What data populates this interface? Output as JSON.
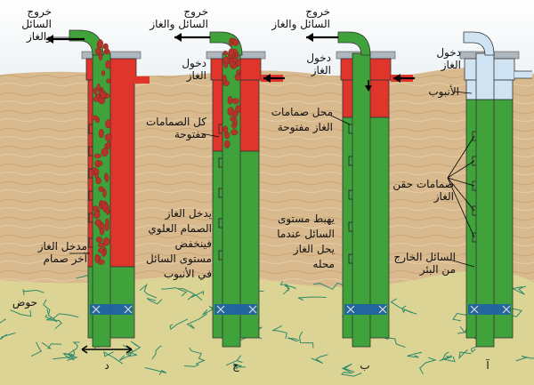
{
  "wells": {
    "d": {
      "letter": "د",
      "outlet_label_1": "خروج",
      "outlet_label_2": "السائل",
      "outlet_label_3": "والغاز",
      "inlet_label_1": "مدخل الغاز",
      "inlet_label_2": "آخر صمام"
    },
    "j": {
      "letter": "ج",
      "outlet_label_1": "خروج",
      "outlet_label_2": "السائل والغاز",
      "inlet_label_1": "دخول",
      "inlet_label_2": "الغاز",
      "valves_label_1": "كل الصمامات",
      "valves_label_2": "مفتوحة",
      "desc": [
        "يدخل الغاز",
        "الصمام العلوي",
        "فينخفض",
        "مستوى السائل",
        "في الأنبوب"
      ]
    },
    "b": {
      "letter": "ب",
      "outlet_label_1": "خروج",
      "outlet_label_2": "السائل والغاز",
      "inlet_label_1": "دخول",
      "inlet_label_2": "الغاز",
      "valves_label_1": "محل صمامات",
      "valves_label_2": "الغاز مفتوحة",
      "desc": [
        "يهبط مستوى",
        "السائل عندما",
        "يحل الغاز",
        "محله"
      ]
    },
    "a": {
      "letter": "آ",
      "inlet_label_1": "دخول",
      "inlet_label_2": "الغاز",
      "tube_label": "الأنبوب",
      "valves_label_1": "صمامات حقن",
      "valves_label_2": "الغاز",
      "liquid_label_1": "السائل الخارج",
      "liquid_label_2": "من البئر"
    }
  },
  "reservoir_label": "حوض",
  "colors": {
    "liquid": "#3fa23a",
    "gas": "#e0352b",
    "empty_tube": "#cfe3f2",
    "ground": "#d8b98e",
    "reservoir": "#dcd495",
    "cracks": "#2f8a68",
    "bubbles": "#b5332a",
    "packer": "#1f5fa8"
  }
}
